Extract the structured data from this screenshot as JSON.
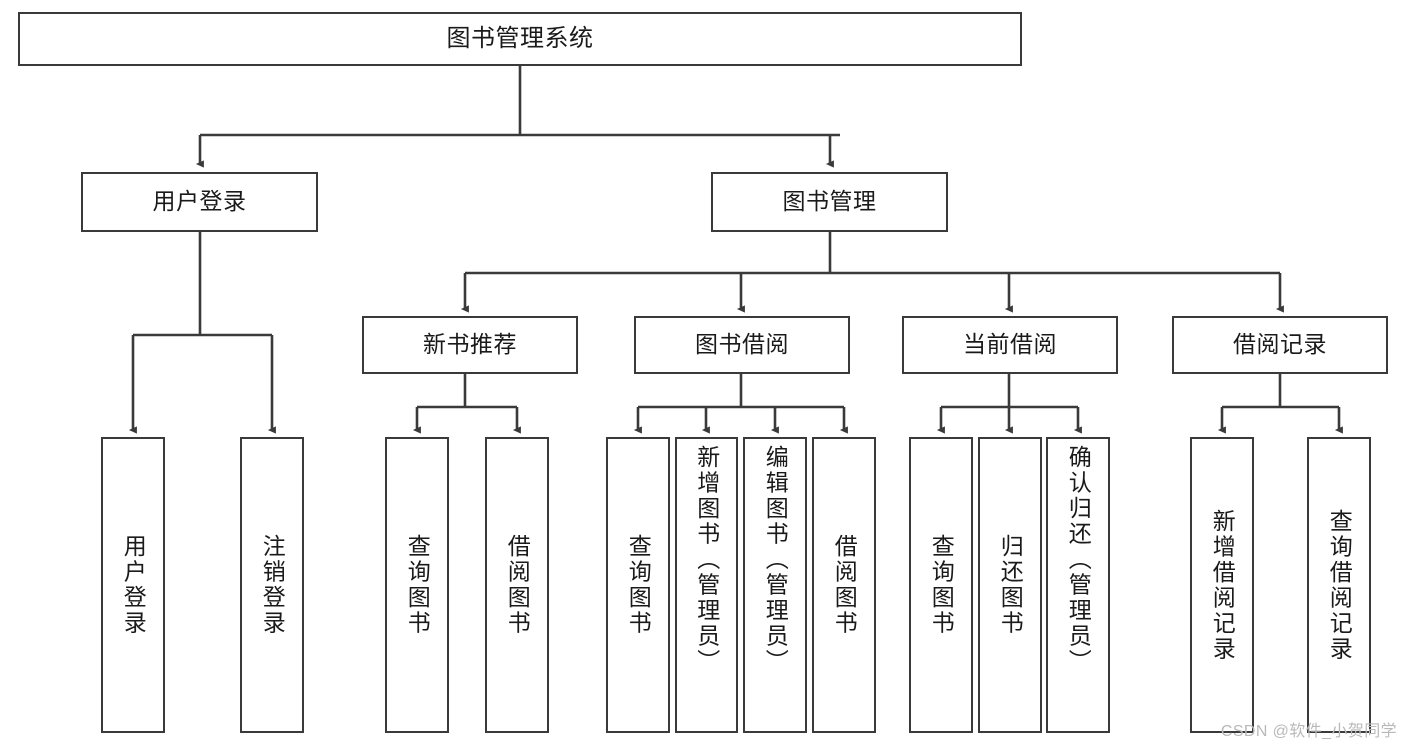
{
  "diagram": {
    "title": "图书管理系统",
    "type": "tree-hierarchy",
    "colors": {
      "box_border": "#3a3a3a",
      "box_fill": "#ffffff",
      "edge": "#3a3a3a",
      "text": "#1a1a1a",
      "watermark": "#b9b9b9",
      "background": "#ffffff"
    },
    "watermark": "CSDN @软件_小贺同学"
  },
  "nodes": {
    "root": {
      "label": "图书管理系统"
    },
    "level1": [
      {
        "id": "user-login",
        "label": "用户登录"
      },
      {
        "id": "book-management",
        "label": "图书管理"
      }
    ],
    "level2": [
      {
        "id": "new-book-recommend",
        "label": "新书推荐"
      },
      {
        "id": "book-borrow",
        "label": "图书借阅"
      },
      {
        "id": "current-borrow",
        "label": "当前借阅"
      },
      {
        "id": "borrow-record",
        "label": "借阅记录"
      }
    ],
    "leaves": {
      "user_login": [
        {
          "id": "leaf-user-login",
          "label": "用户登录"
        },
        {
          "id": "leaf-logout-login",
          "label": "注销登录"
        }
      ],
      "new_book_recommend": [
        {
          "id": "leaf-query-book-1",
          "label": "查询图书"
        },
        {
          "id": "leaf-borrow-book-1",
          "label": "借阅图书"
        }
      ],
      "book_borrow": [
        {
          "id": "leaf-query-book-2",
          "label": "查询图书"
        },
        {
          "id": "leaf-add-book",
          "label": "新增图书（管理员）"
        },
        {
          "id": "leaf-edit-book",
          "label": "编辑图书（管理员）"
        },
        {
          "id": "leaf-borrow-book-2",
          "label": "借阅图书"
        }
      ],
      "current_borrow": [
        {
          "id": "leaf-query-book-3",
          "label": "查询图书"
        },
        {
          "id": "leaf-return-book",
          "label": "归还图书"
        },
        {
          "id": "leaf-confirm-return",
          "label": "确认归还（管理员）"
        }
      ],
      "borrow_record": [
        {
          "id": "leaf-add-record",
          "label": "新增借阅记录"
        },
        {
          "id": "leaf-query-record",
          "label": "查询借阅记录"
        }
      ]
    }
  }
}
